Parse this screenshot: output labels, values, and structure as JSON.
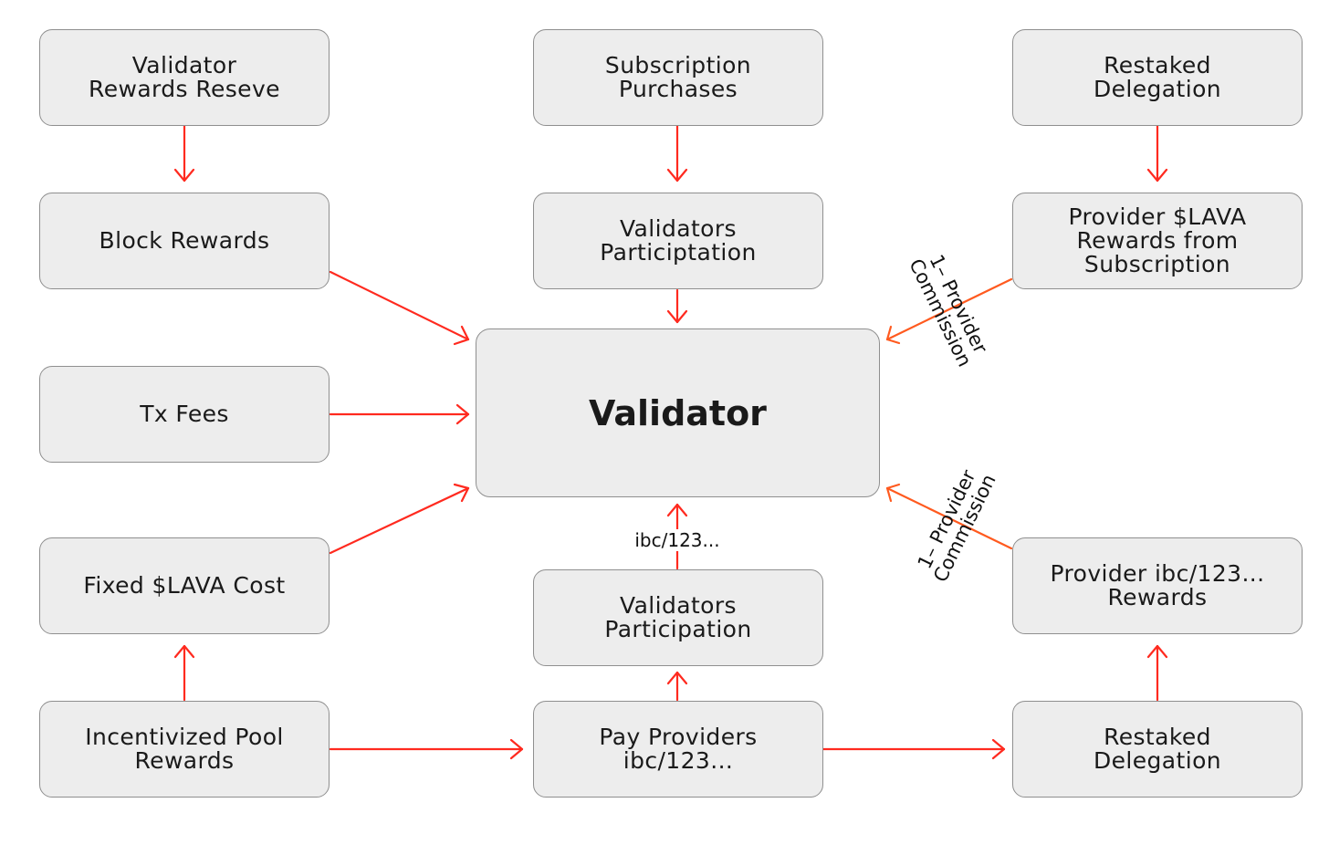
{
  "diagram": {
    "colors": {
      "arrow_red": "#ff2a1f",
      "arrow_orange": "#ff5a1f",
      "node_fill": "#ededed",
      "node_border": "#8f8f8f"
    },
    "nodes": {
      "validator_rewards_reserve": "Validator\nRewards Reseve",
      "block_rewards": "Block Rewards",
      "tx_fees": "Tx Fees",
      "fixed_lava_cost": "Fixed $LAVA Cost",
      "incentivized_pool_rewards": "Incentivized Pool\nRewards",
      "subscription_purchases": "Subscription\nPurchases",
      "validators_participtation": "Validators\nParticiptation",
      "validator": "Validator",
      "validators_participation": "Validators\nParticipation",
      "pay_providers": "Pay Providers\nibc/123...",
      "restaked_delegation_top": "Restaked\nDelegation",
      "provider_lava_rewards": "Provider $LAVA\nRewards from\nSubscription",
      "provider_ibc_rewards": "Provider ibc/123...\nRewards",
      "restaked_delegation_bottom": "Restaked\nDelegation"
    },
    "edge_labels": {
      "commission_top": "1– Provider\nCommission",
      "commission_bottom": "1– Provider\nCommission",
      "ibc_label": "ibc/123..."
    }
  }
}
